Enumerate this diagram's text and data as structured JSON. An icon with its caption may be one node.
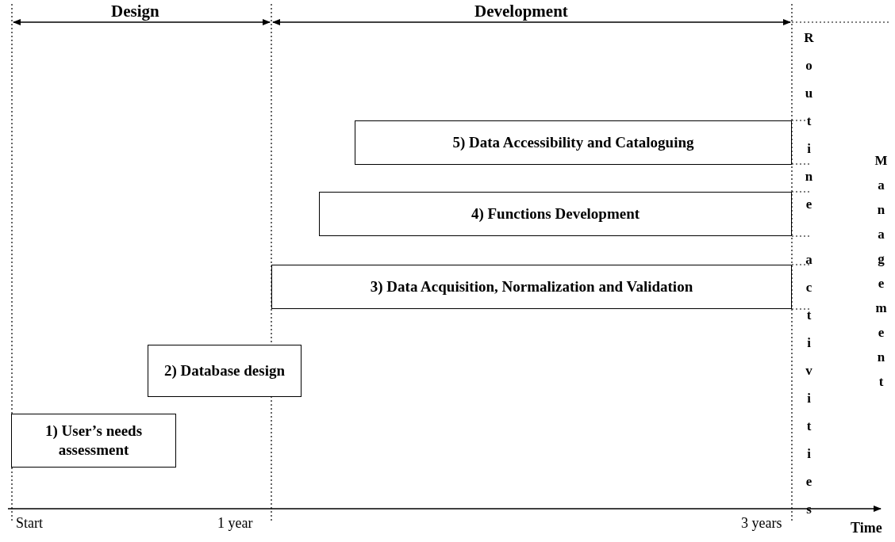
{
  "diagram": {
    "nodes": [
      {
        "text": [
          "5) Data Accessibility and Cataloguing"
        ]
      },
      {
        "text": [
          "4) Functions Development"
        ]
      },
      {
        "text": [
          "3) Data Acquisition, Normalization and Validation"
        ]
      },
      {
        "text": [
          "2) Database design"
        ]
      },
      {
        "text": [
          "1) User’s needs assessment"
        ]
      }
    ],
    "edges": [],
    "labels": [
      "Design",
      "Development",
      "Routine activities",
      "Management",
      "Start",
      "1 year",
      "3 years",
      "Time"
    ]
  }
}
